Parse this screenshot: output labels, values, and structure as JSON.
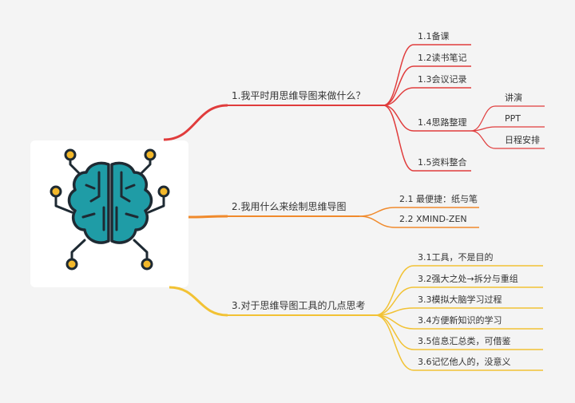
{
  "colors": {
    "background": "#f4f4f4",
    "branch1": "#e03c3c",
    "branch2": "#f08a2c",
    "branch3": "#f2c234",
    "brain_fill": "#1f9ca6",
    "brain_outline": "#1e2a33",
    "node_fill": "#f3b82b"
  },
  "central": {
    "icon": "brain-circuit-icon"
  },
  "branches": [
    {
      "label": "1.我平时用思维导图来做什么？",
      "children": [
        {
          "label": "1.1备课",
          "children": []
        },
        {
          "label": "1.2读书笔记",
          "children": []
        },
        {
          "label": "1.3会议记录",
          "children": []
        },
        {
          "label": "1.4思路整理",
          "children": [
            {
              "label": "讲演"
            },
            {
              "label": "PPT"
            },
            {
              "label": "日程安排"
            }
          ]
        },
        {
          "label": "1.5资料整合",
          "children": []
        }
      ]
    },
    {
      "label": "2.我用什么来绘制思维导图",
      "children": [
        {
          "label": "2.1 最便捷：纸与笔",
          "children": []
        },
        {
          "label": "2.2 XMIND-ZEN",
          "children": []
        }
      ]
    },
    {
      "label": "3.对于思维导图工具的几点思考",
      "children": [
        {
          "label": "3.1工具，不是目的",
          "children": []
        },
        {
          "label": "3.2强大之处→拆分与重组",
          "children": []
        },
        {
          "label": "3.3模拟大脑学习过程",
          "children": []
        },
        {
          "label": "3.4方便新知识的学习",
          "children": []
        },
        {
          "label": "3.5信息汇总类，可借鉴",
          "children": []
        },
        {
          "label": "3.6记忆他人的，没意义",
          "children": []
        }
      ]
    }
  ]
}
